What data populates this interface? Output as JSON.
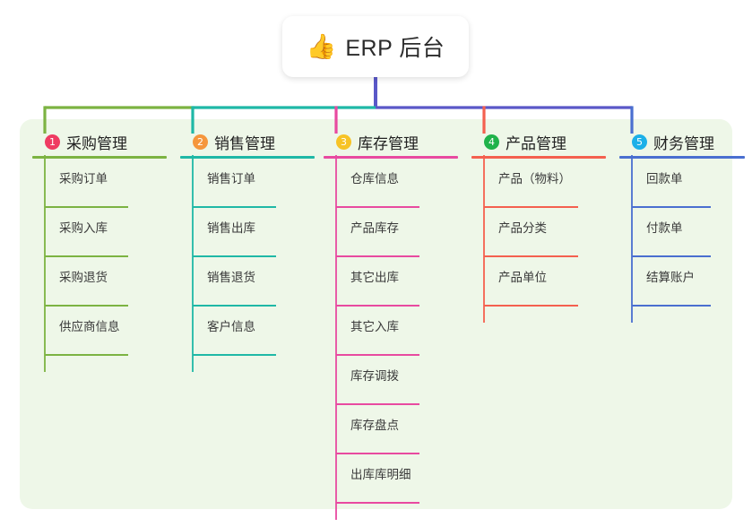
{
  "diagram": {
    "type": "mindmap",
    "title": "ERP 后台",
    "root": {
      "icon": "thumbs-up-emoji",
      "glyph": "👍",
      "label": "ERP 后台"
    },
    "panel_color": "#eef7e8",
    "trunk_color": "#5a58c8",
    "branches": [
      {
        "number": "1",
        "label": "采购管理",
        "badge_color": "#ef3b62",
        "line_color": "#7cb342",
        "items": [
          "采购订单",
          "采购入库",
          "采购退货",
          "供应商信息"
        ]
      },
      {
        "number": "2",
        "label": "销售管理",
        "badge_color": "#f5963c",
        "line_color": "#1fb8a6",
        "items": [
          "销售订单",
          "销售出库",
          "销售退货",
          "客户信息"
        ]
      },
      {
        "number": "3",
        "label": "库存管理",
        "badge_color": "#f7c325",
        "line_color": "#e84aa0",
        "items": [
          "仓库信息",
          "产品库存",
          "其它出库",
          "其它入库",
          "库存调拨",
          "库存盘点",
          "出库库明细"
        ]
      },
      {
        "number": "4",
        "label": "产品管理",
        "badge_color": "#20b24b",
        "line_color": "#f4604f",
        "items": [
          "产品（物料）",
          "产品分类",
          "产品单位"
        ]
      },
      {
        "number": "5",
        "label": "财务管理",
        "badge_color": "#1cb0e8",
        "line_color": "#4a6fd0",
        "items": [
          "回款单",
          "付款单",
          "结算账户"
        ]
      }
    ]
  }
}
